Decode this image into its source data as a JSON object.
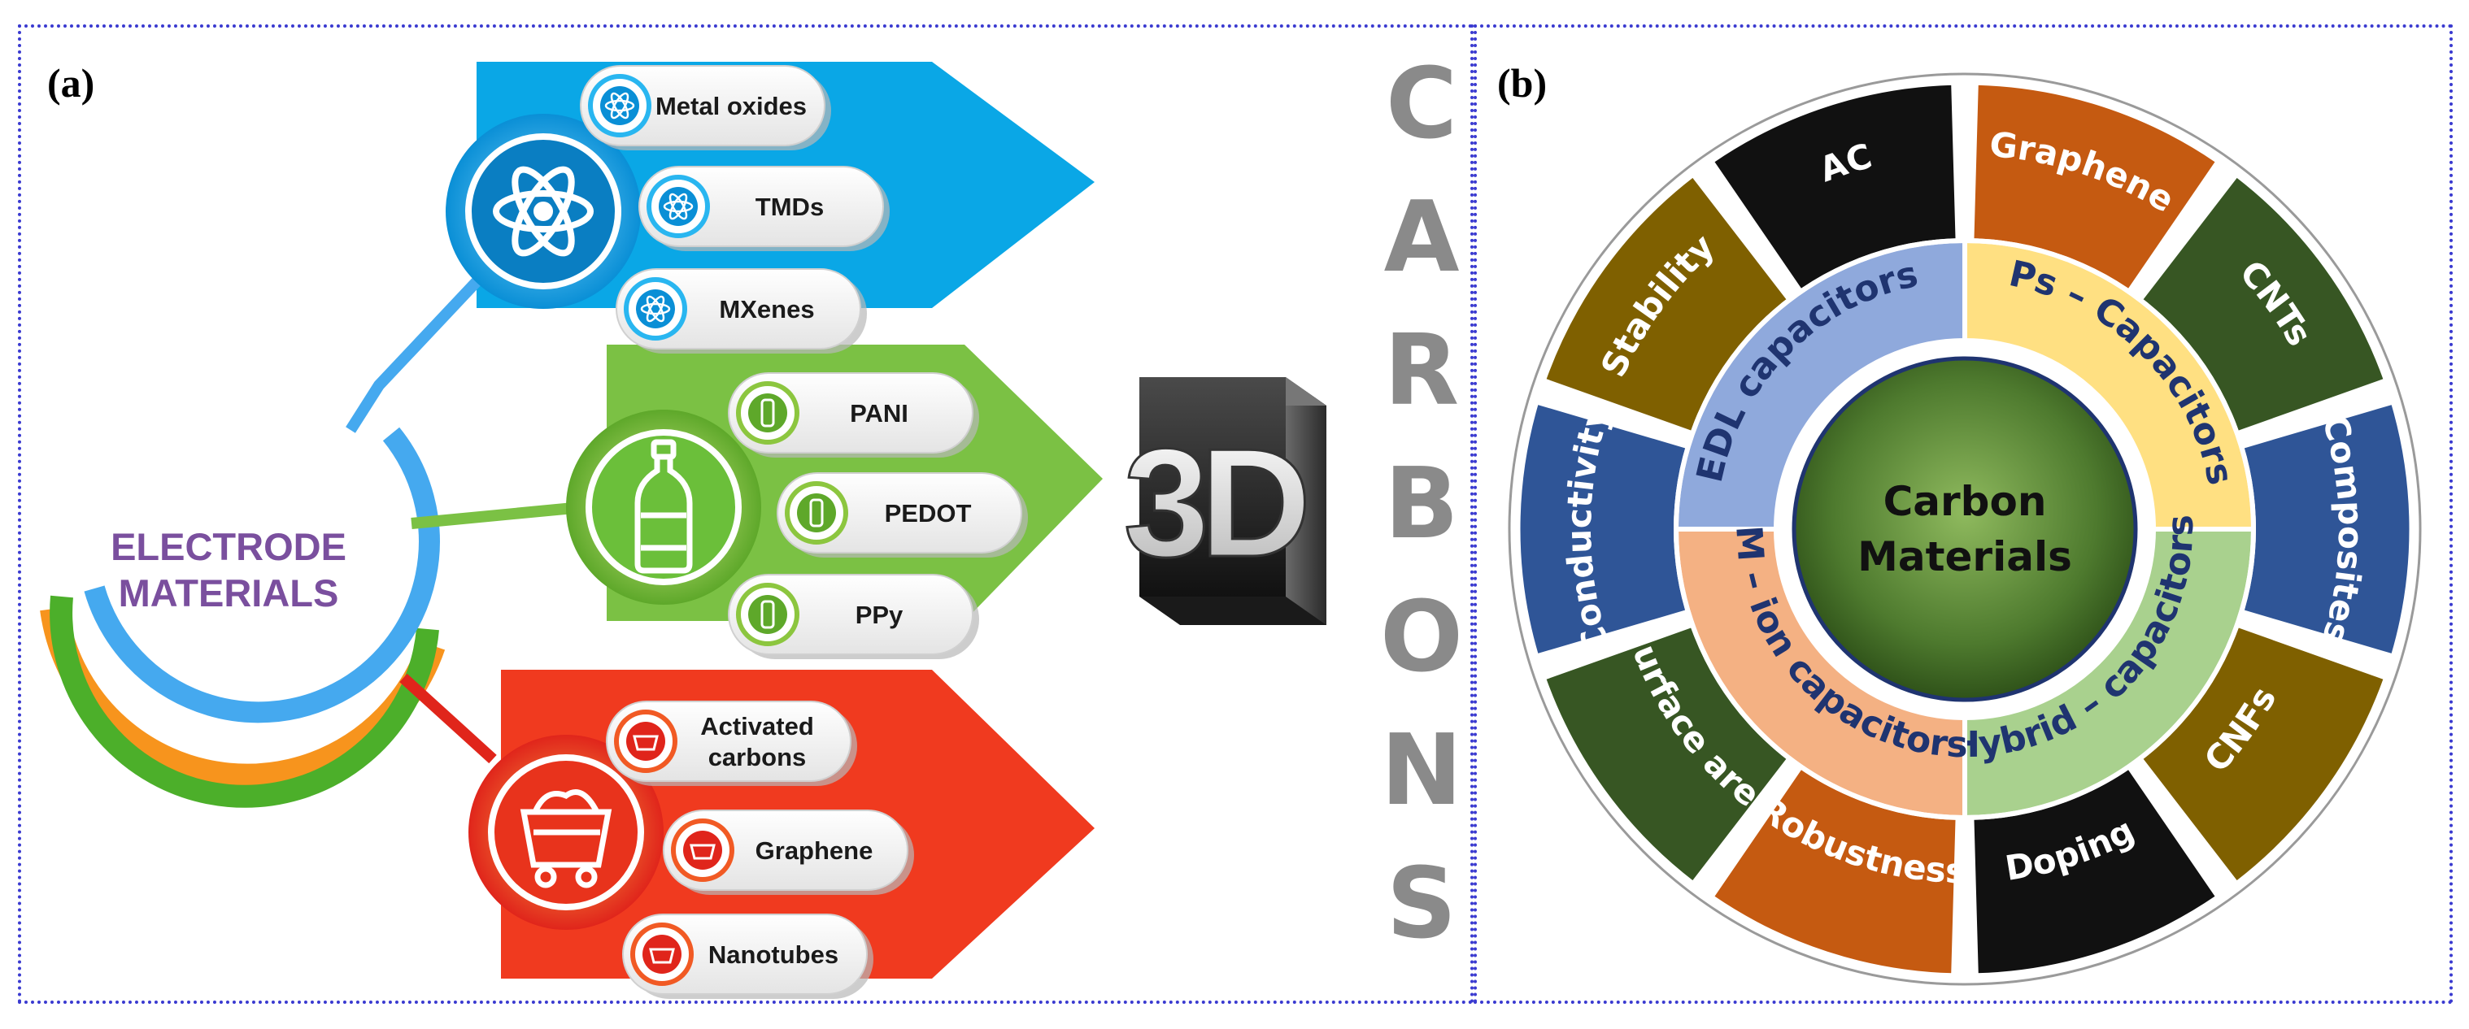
{
  "panel_a": {
    "label": "(a)",
    "hub_title": [
      "ELECTRODE",
      "MATERIALS"
    ],
    "groups": [
      {
        "color_main": "#29b6f0",
        "color_dark": "#0a8fd6",
        "icon": "atom-icon",
        "items": [
          "Metal oxides",
          "TMDs",
          "MXenes"
        ]
      },
      {
        "color_main": "#8cc63f",
        "color_dark": "#5ea82a",
        "icon": "bottle-icon",
        "items": [
          "PANI",
          "PEDOT",
          "PPy"
        ]
      },
      {
        "color_main": "#f15a24",
        "color_dark": "#e0251b",
        "icon": "mine-cart-icon",
        "items": [
          "Activated\ncarbons",
          "Graphene",
          "Nanotubes"
        ]
      }
    ],
    "badge_text": "3D",
    "side_word": [
      "C",
      "A",
      "R",
      "B",
      "O",
      "N",
      "S"
    ]
  },
  "panel_b": {
    "label": "(b)",
    "center_text": [
      "Carbon",
      "Materials"
    ],
    "inner_ring": [
      "EDL capacitors",
      "Ps – Capacitors",
      "Hybrid – capacitors",
      "M – ion capacitors"
    ],
    "inner_colors": [
      "#8fa9dc",
      "#ffe082",
      "#a9d18e",
      "#f4b183"
    ],
    "outer_ring": [
      "AC",
      "Graphene",
      "CNTs",
      "Composites",
      "CNFs",
      "Doping",
      "Robustness",
      "Surface area",
      "Conductivity",
      "Stability"
    ],
    "outer_colors": [
      "#111111",
      "#c55a11",
      "#375623",
      "#2f5597",
      "#7f6000",
      "#111111",
      "#c55a11",
      "#375623",
      "#2f5597",
      "#7f6000"
    ]
  }
}
